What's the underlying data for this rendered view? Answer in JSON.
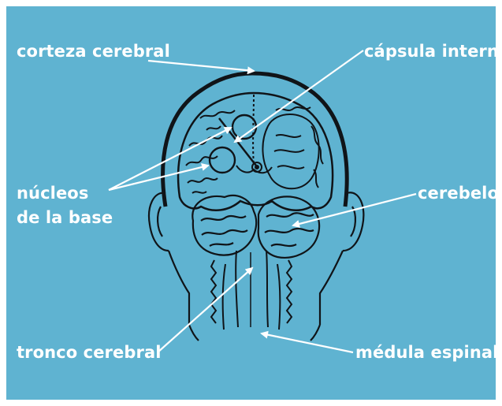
{
  "labels": {
    "cortex": "corteza cerebral",
    "capsule": "cápsula interna",
    "basal_line1": "núcleos",
    "basal_line2": "de la base",
    "cerebellum": "cerebelo",
    "brainstem": "tronco cerebral",
    "spinal_cord": "médula espinal"
  },
  "colors": {
    "background": "#5fb3d1",
    "ink": "#101418",
    "label": "#ffffff"
  }
}
